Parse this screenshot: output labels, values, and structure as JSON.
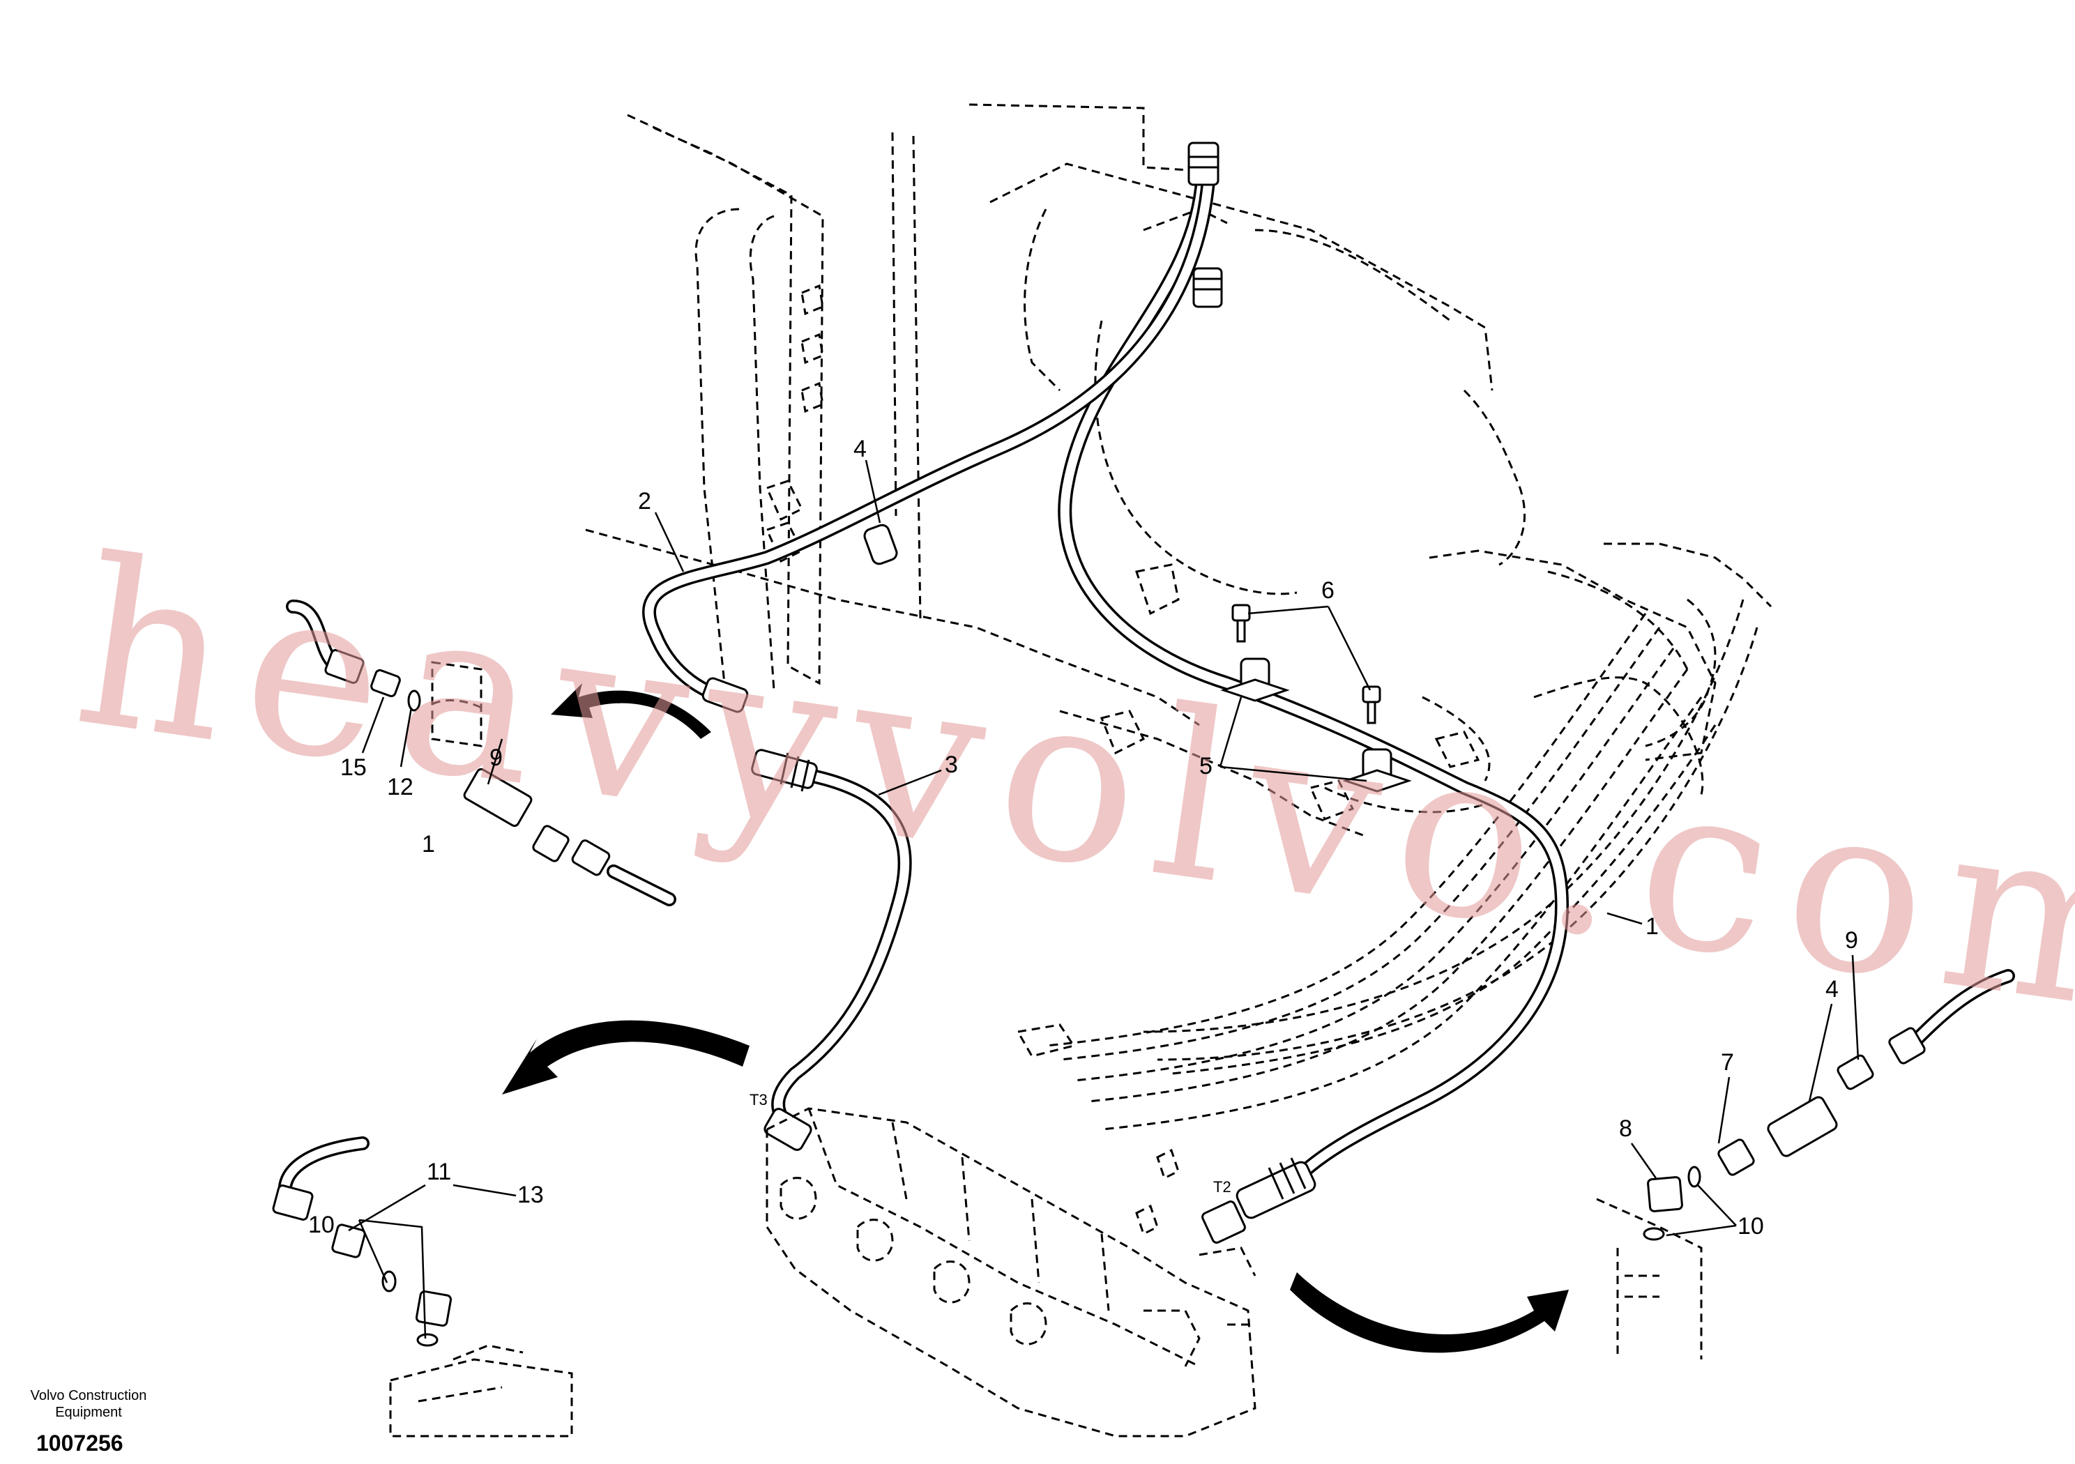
{
  "callouts": {
    "c1": "1",
    "c2": "2",
    "c3": "3",
    "c4a": "4",
    "c4b": "4",
    "c5": "5",
    "c6": "6",
    "c7": "7",
    "c8": "8",
    "c9a": "9",
    "c9b": "9",
    "c10a": "10",
    "c10b": "10",
    "c11": "11",
    "c12": "12",
    "c13": "13",
    "c14": "1",
    "c15": "15"
  },
  "ports": {
    "t2": "T2",
    "t3": "T3"
  },
  "watermark": "heavyvolvo.com",
  "footer": {
    "company_line1": "Volvo Construction",
    "company_line2": "Equipment",
    "document_number": "1007256"
  },
  "icons": [
    "curved-arrow-icon"
  ],
  "colors": {
    "line": "#000000",
    "watermark": "#e39a9a",
    "background": "#ffffff"
  }
}
